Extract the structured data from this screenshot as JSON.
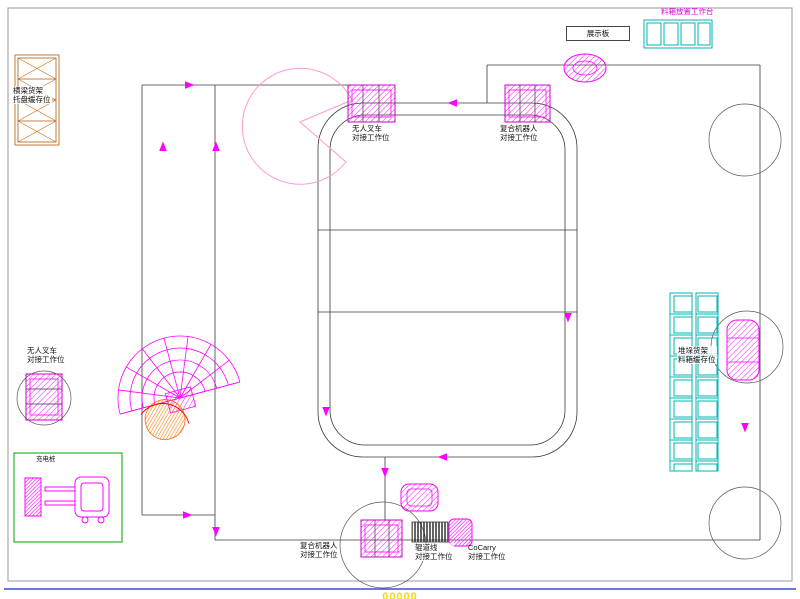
{
  "drawing": {
    "type": "warehouse-automation-cad-layout",
    "watermark": "00000"
  },
  "colors": {
    "line": "#3a3a3a",
    "flow_magenta": "#ff00ff",
    "rack_cyan": "#00b6b6",
    "charge_zone_green": "#00a000",
    "beam_rack_orange": "#b05a10",
    "envelope_orange": "#ff7700",
    "bottom_rule_blue": "#2222dd",
    "watermark_yellow": "#f0dc00"
  },
  "labels": {
    "beam_rack": [
      "横梁货架",
      "托盘缓存位"
    ],
    "display_board": "展示板",
    "bin_workbench": "料箱放置工作台",
    "agv_top": [
      "无人叉车",
      "对接工作位"
    ],
    "robot_top": [
      "复合机器人",
      "对接工作位"
    ],
    "agv_left": [
      "无人叉车",
      "对接工作位"
    ],
    "charger": "充电桩",
    "robot_bottom": [
      "复合机器人",
      "对接工作位"
    ],
    "roller_line": [
      "辊道线",
      "对接工作位"
    ],
    "cocarry": [
      "CoCarry",
      "对接工作位"
    ],
    "stack_rack": [
      "堆垛货架",
      "料箱缓存位"
    ]
  }
}
